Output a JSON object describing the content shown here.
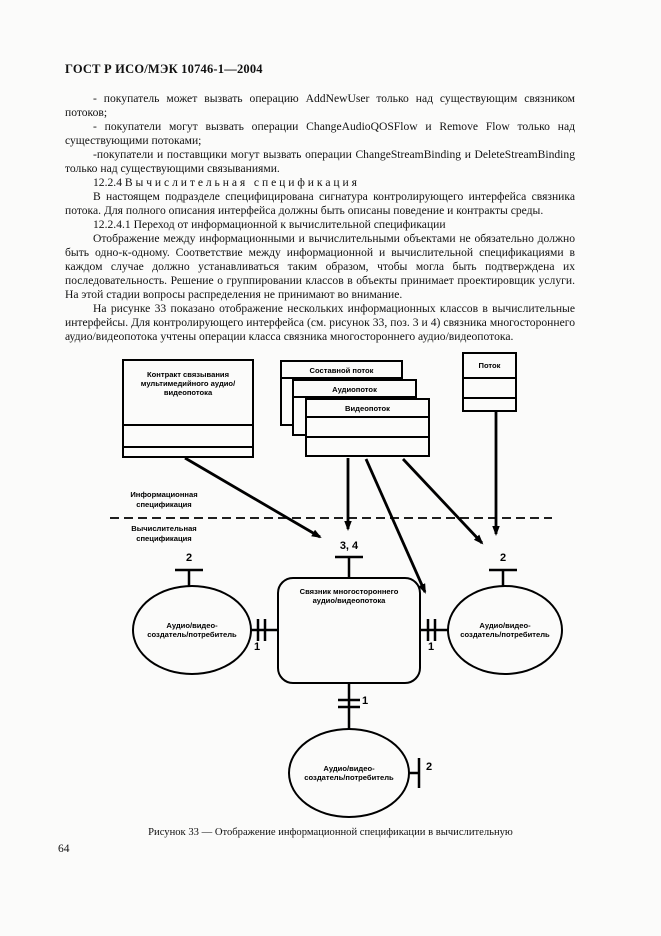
{
  "header": {
    "title": "ГОСТ Р ИСО/МЭК 10746-1—2004"
  },
  "body": {
    "p1": "- покупатель может вызвать операцию AddNewUser только над существующим связником потоков;",
    "p2": "- покупатели могут вызвать операции ChangeAudioQOSFlow и Remove Flow только над существующими потоками;",
    "p3": "-покупатели и поставщики могут вызвать операции ChangeStreamBinding и DeleteStreamBinding только над существующими связываниями.",
    "h_12_2_4": "12.2.4 В ы ч и с л и т е л ь н а я   с п е ц и ф и к а ц и я",
    "p4": "В настоящем подразделе специфицирована сигнатура контролирующего интерфейса связника потока. Для полного описания интерфейса должны быть описаны поведение и контракты среды.",
    "h_12_2_4_1": "12.2.4.1 Переход от информационной к вычислительной спецификации",
    "p5": "Отображение между информационными и вычислительными объектами не обязательно должно быть одно-к-одному. Соответствие между информационной и вычислительной спецификациями в каждом случае должно устанавливаться таким образом, чтобы могла быть подтверждена их последовательность. Решение о группировании классов в объекты принимает проектировщик услуги. На этой стадии вопросы распределения не принимают во внимание.",
    "p6": "На рисунке 33 показано отображение нескольких информационных классов в вычислительные интерфейсы. Для контролирующего интерфейса (см. рисунок 33, поз. 3 и 4) связника многостороннего аудио/видеопотока учтены операции класса связника многостороннего аудио/видеопотока."
  },
  "figure": {
    "contract_box": "Контракт связывания мультимедийного аудио/видеопотока",
    "stream_composite": "Составной поток",
    "stream_audio": "Аудиопоток",
    "stream_video": "Видеопоток",
    "stream": "Поток",
    "info_spec_line1": "Информационная",
    "info_spec_line2": "спецификация",
    "comp_spec_line1": "Вычислительная",
    "comp_spec_line2": "спецификация",
    "label_34": "3, 4",
    "label_2": "2",
    "label_1": "1",
    "binder_line1": "Связник многостороннего",
    "binder_line2": "аудио/видеопотока",
    "actor_line1": "Аудио/видео-",
    "actor_line2": "создатель/потребитель",
    "caption": "Рисунок 33 — Отображение информационной спецификации в вычислительную"
  },
  "page": {
    "number": "64"
  }
}
